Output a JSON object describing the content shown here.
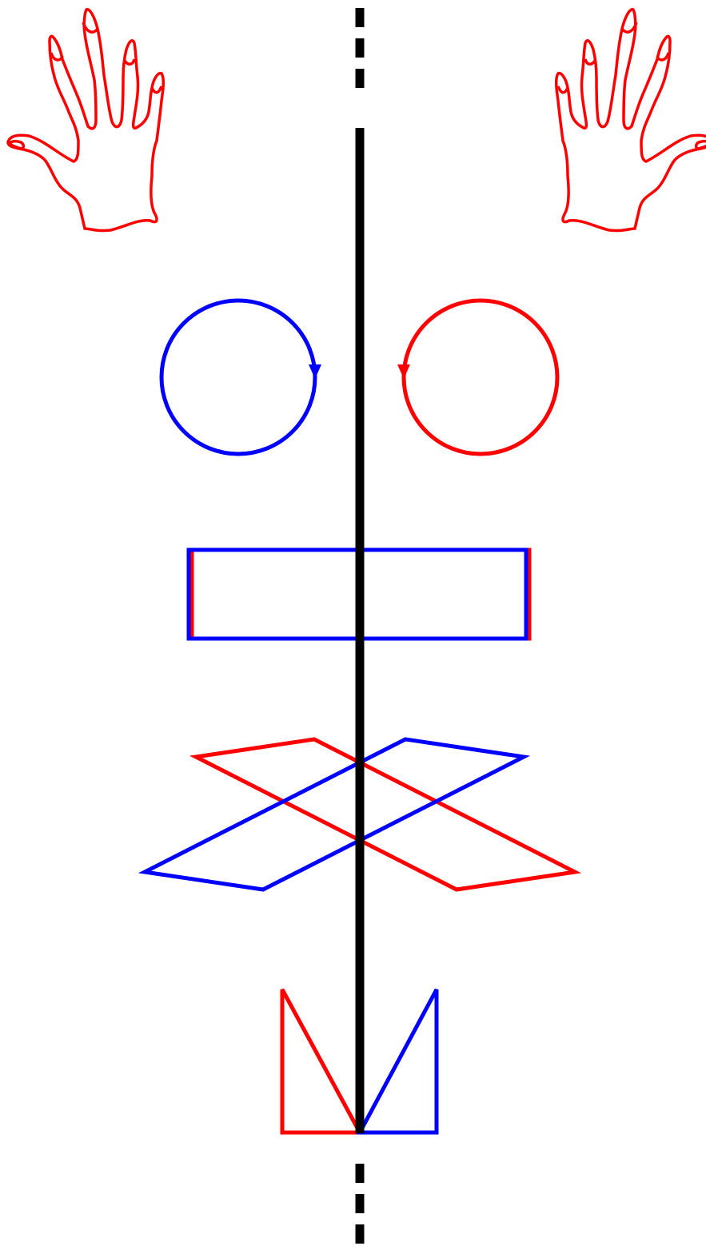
{
  "title": "",
  "colors": {
    "background": "#ffffff",
    "axis": "#000000",
    "left": "#ff0000",
    "right": "#0000ff"
  },
  "elements": [
    {
      "name": "mirror-axis-line",
      "kind": "dashed-axis",
      "color": "axis"
    },
    {
      "name": "left-hand-outline",
      "kind": "hand",
      "color": "left"
    },
    {
      "name": "right-hand-outline",
      "kind": "hand-mirrored",
      "color": "right"
    },
    {
      "name": "left-circle-arrow",
      "kind": "circle-clockwise",
      "color": "right"
    },
    {
      "name": "right-circle-arrow",
      "kind": "circle-counterclockwise",
      "color": "left"
    },
    {
      "name": "rectangle-red",
      "kind": "rectangle",
      "color": "left"
    },
    {
      "name": "rectangle-blue",
      "kind": "rectangle-mirrored",
      "color": "right"
    },
    {
      "name": "parallelogram-red",
      "kind": "parallelogram",
      "color": "left"
    },
    {
      "name": "parallelogram-blue",
      "kind": "parallelogram-mirrored",
      "color": "right"
    },
    {
      "name": "triangle-red",
      "kind": "right-triangle",
      "color": "left"
    },
    {
      "name": "triangle-blue",
      "kind": "right-triangle-mirrored",
      "color": "right"
    }
  ]
}
